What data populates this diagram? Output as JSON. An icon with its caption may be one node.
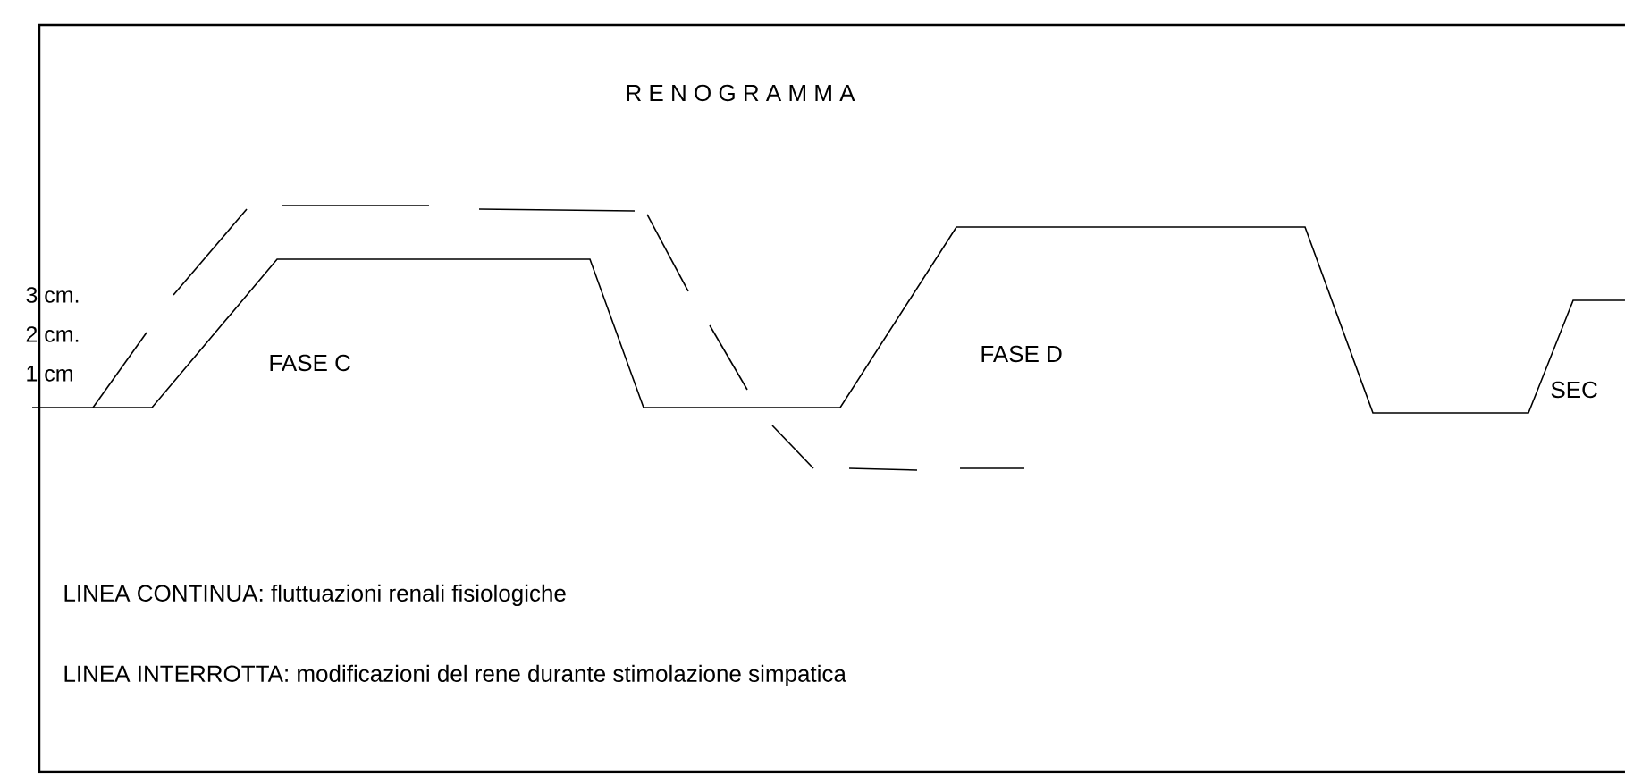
{
  "diagram": {
    "title": "R E N O G R A M M A",
    "labels": [
      "3 cm.",
      "2 cm.",
      "1 cm",
      "FASE C",
      "FASE D",
      "SEC",
      "LINEA CONTINUA:  fluttuazioni renali fisiologiche",
      "LINEA INTERROTTA:  modificazioni del rene durante stimolazione simpatica"
    ]
  }
}
